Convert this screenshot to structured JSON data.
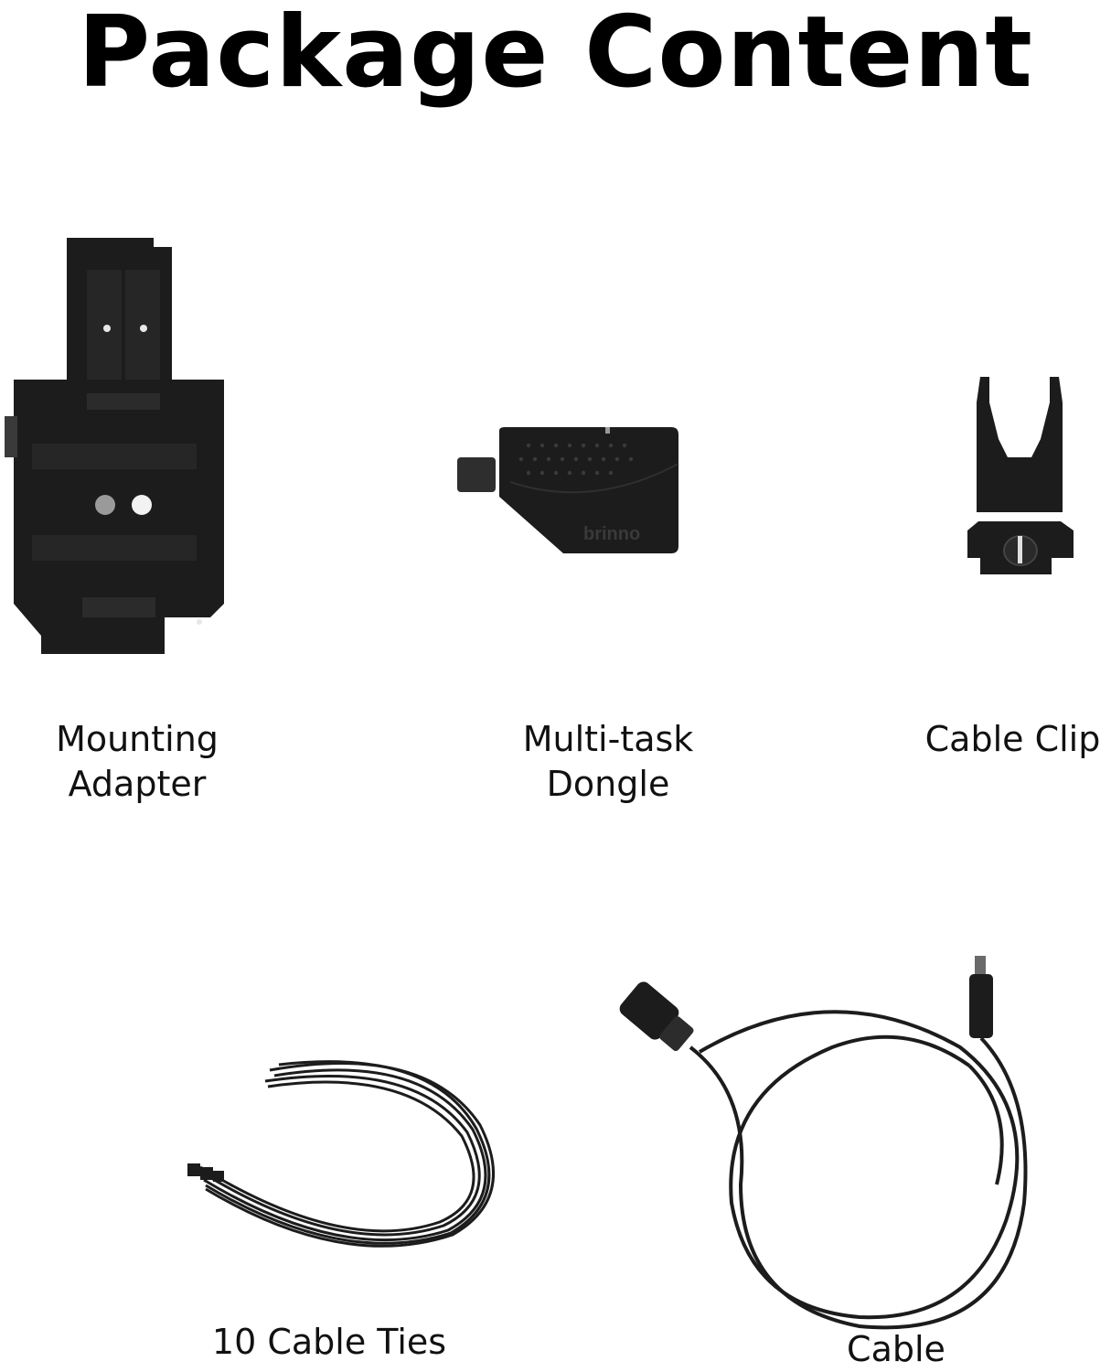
{
  "title": "Package Content",
  "items": [
    {
      "line1": "Mounting",
      "line2": "Adapter",
      "icon": "mounting-adapter-image"
    },
    {
      "line1": "Multi-task",
      "line2": "Dongle",
      "icon": "dongle-image",
      "brand": "brinno"
    },
    {
      "label": "Cable Clip",
      "icon": "cable-clip-image"
    },
    {
      "label": "10 Cable Ties",
      "icon": "cable-ties-image"
    },
    {
      "label": "Cable",
      "icon": "cable-image"
    }
  ],
  "colors": {
    "product": "#1c1c1c",
    "product_edge": "#2e2e2e",
    "background": "#ffffff"
  }
}
